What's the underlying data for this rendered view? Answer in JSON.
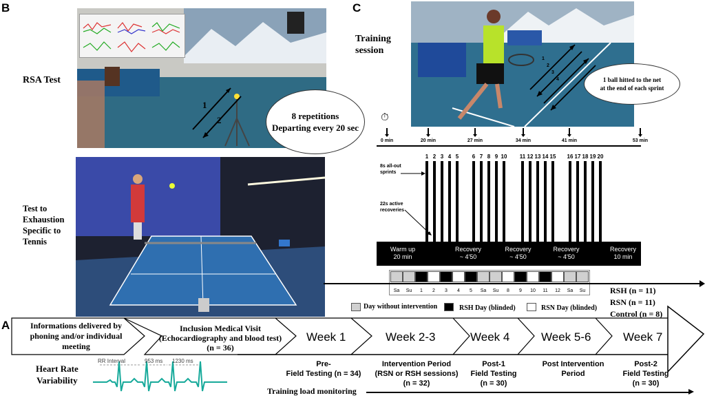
{
  "panels": {
    "a": "A",
    "b": "B",
    "c": "C"
  },
  "panel_b": {
    "rsa_label": "RSA Test",
    "bubble_line1": "8 repetitions",
    "bubble_line2": "Departing every 20 sec",
    "arrow_num1": "1",
    "arrow_num2": "2",
    "tte_line1": "Test to",
    "tte_line2": "Exhaustion",
    "tte_line3": "Specific to",
    "tte_line4": "Tennis"
  },
  "panel_c": {
    "training_line1": "Training",
    "training_line2": "session",
    "bubble_line1": "1 ball hitted to the net",
    "bubble_line2": "at the end of each sprint",
    "court_arrow_nums": [
      "1",
      "2",
      "3",
      "4"
    ],
    "minute_ticks": [
      "0 min",
      "20 min",
      "27 min",
      "34 min",
      "41 min",
      "53 min"
    ],
    "sprint_groups": [
      [
        "1",
        "2",
        "3",
        "4",
        "5"
      ],
      [
        "6",
        "7",
        "8",
        "9",
        "10"
      ],
      [
        "11",
        "12",
        "13",
        "14",
        "15"
      ],
      [
        "16",
        "17",
        "18",
        "19",
        "20"
      ]
    ],
    "sprints_label_1": "8s all-out",
    "sprints_label_2": "sprints",
    "recoveries_label_1": "22s active",
    "recoveries_label_2": "recoveries",
    "bands": [
      {
        "l1": "Warm up",
        "l2": "20 min"
      },
      {
        "l1": "Recovery",
        "l2": "~ 4'50"
      },
      {
        "l1": "Recovery",
        "l2": "~ 4'50"
      },
      {
        "l1": "Recovery",
        "l2": "~ 4'50"
      },
      {
        "l1": "Recovery",
        "l2": "10 min"
      }
    ],
    "calendar": [
      {
        "label": "Sa",
        "kind": "none"
      },
      {
        "label": "Su",
        "kind": "none"
      },
      {
        "label": "1",
        "kind": "rsh"
      },
      {
        "label": "2",
        "kind": "rsn"
      },
      {
        "label": "3",
        "kind": "rsh"
      },
      {
        "label": "4",
        "kind": "rsn"
      },
      {
        "label": "5",
        "kind": "rsh"
      },
      {
        "label": "Sa",
        "kind": "none"
      },
      {
        "label": "Su",
        "kind": "none"
      },
      {
        "label": "8",
        "kind": "rsn"
      },
      {
        "label": "9",
        "kind": "rsh"
      },
      {
        "label": "10",
        "kind": "rsn"
      },
      {
        "label": "11",
        "kind": "rsh"
      },
      {
        "label": "12",
        "kind": "rsn"
      },
      {
        "label": "Sa",
        "kind": "none"
      },
      {
        "label": "Su",
        "kind": "none"
      }
    ],
    "legend": {
      "none": "Day without intervention",
      "rsh": "RSH Day (blinded)",
      "rsn": "RSN Day (blinded)"
    },
    "groups": [
      "RSH (n = 11)",
      "RSN (n = 11)",
      "Control  (n = 8)"
    ]
  },
  "panel_a": {
    "step1_line1": "Informations delivered by",
    "step1_line2": "phoning and/or individual",
    "step1_line3": "meeting",
    "step2_line1": "Inclusion Medical Visit",
    "step2_line2": "(Echocardiography and blood test)",
    "step2_line3": "(n = 36)",
    "weeks": [
      "Week 1",
      "Week 2-3",
      "Week 4",
      "Week 5-6",
      "Week 7"
    ],
    "hrv_line1": "Heart Rate",
    "hrv_line2": "Variability",
    "rr_label": "RR Interval",
    "rr1": "953 ms",
    "rr2": "1230 ms",
    "phase1_l1": "Pre-",
    "phase1_l2": "Field Testing (n = 34)",
    "phase2_l1": "Intervention Period",
    "phase2_l2": "(RSN or RSH sessions)",
    "phase2_l3": "(n = 32)",
    "phase3_l1": "Post-1",
    "phase3_l2": "Field Testing",
    "phase3_l3": "(n = 30)",
    "phase4_l1": "Post Intervention",
    "phase4_l2": "Period",
    "phase5_l1": "Post-2",
    "phase5_l2": "Field Testing",
    "phase5_l3": "(n = 30)",
    "load_label": "Training load monitoring"
  },
  "colors": {
    "ecg": "#16a99a",
    "court": "#2f6fb0",
    "rsh": "#000000",
    "rsn": "#ffffff",
    "none": "#d0d0d0"
  }
}
